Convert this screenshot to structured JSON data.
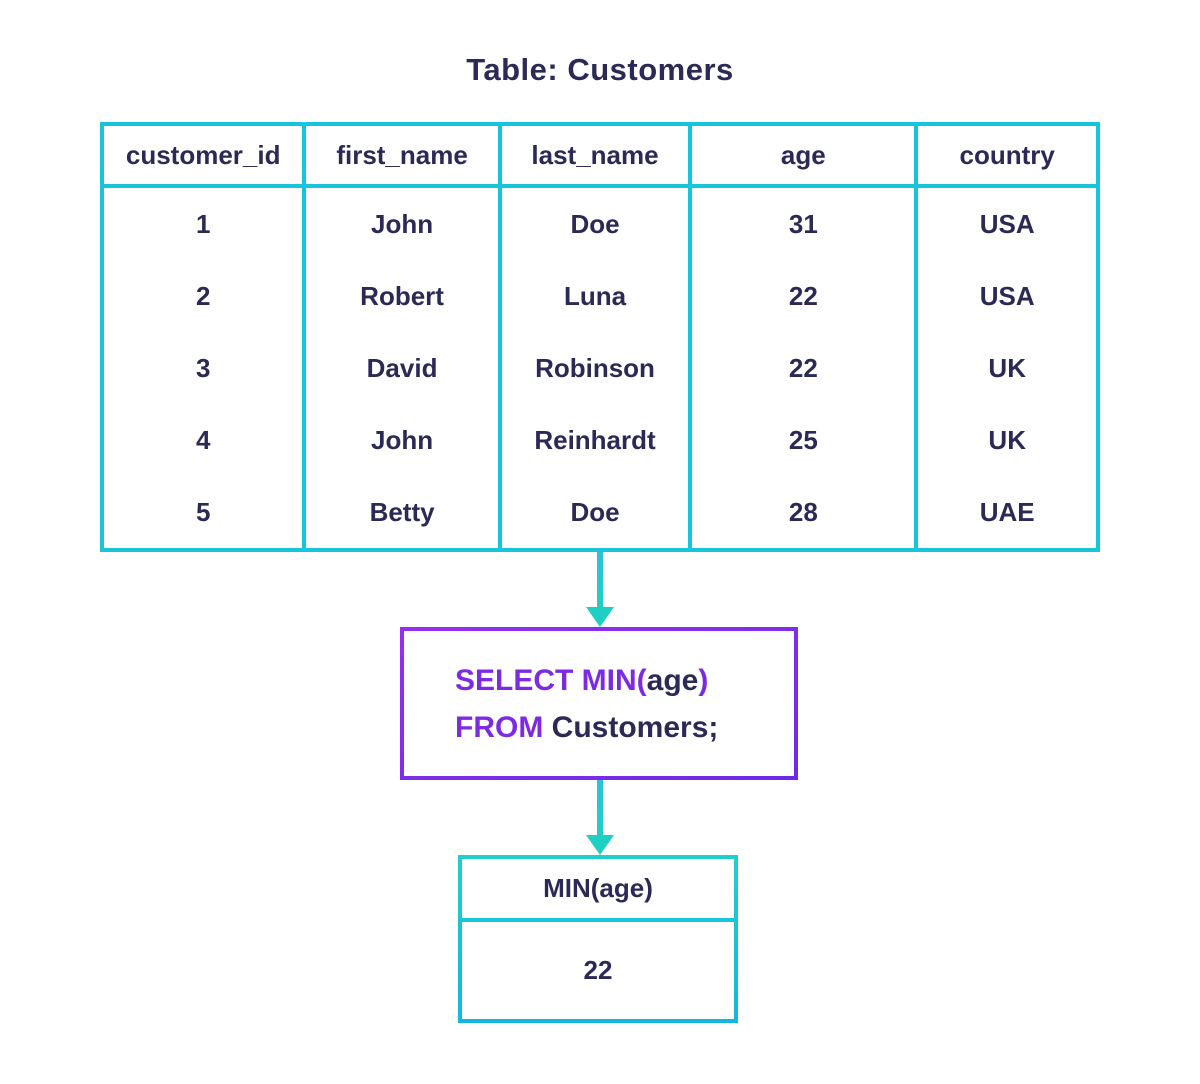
{
  "title": "Table: Customers",
  "customers_table": {
    "columns": [
      "customer_id",
      "first_name",
      "last_name",
      "age",
      "country"
    ],
    "rows": [
      [
        "1",
        "John",
        "Doe",
        "31",
        "USA"
      ],
      [
        "2",
        "Robert",
        "Luna",
        "22",
        "USA"
      ],
      [
        "3",
        "David",
        "Robinson",
        "22",
        "UK"
      ],
      [
        "4",
        "John",
        "Reinhardt",
        "25",
        "UK"
      ],
      [
        "5",
        "Betty",
        "Doe",
        "28",
        "UAE"
      ]
    ]
  },
  "query_box": {
    "select_keyword": "SELECT MIN(",
    "select_argument": "age",
    "select_close": ")",
    "from_keyword": "FROM",
    "from_object": " Customers;"
  },
  "result_table": {
    "header": "MIN(age)",
    "value": "22"
  },
  "colors": {
    "teal_border": "#17c5da",
    "arrow_gradient_start": "#2ac2de",
    "arrow_gradient_end": "#1ed0c4",
    "purple_border_start": "#9530ec",
    "purple_border_end": "#6c2ae6",
    "keyword_purple": "#7d2be3",
    "text_navy": "#2b2a56",
    "background": "#ffffff"
  }
}
